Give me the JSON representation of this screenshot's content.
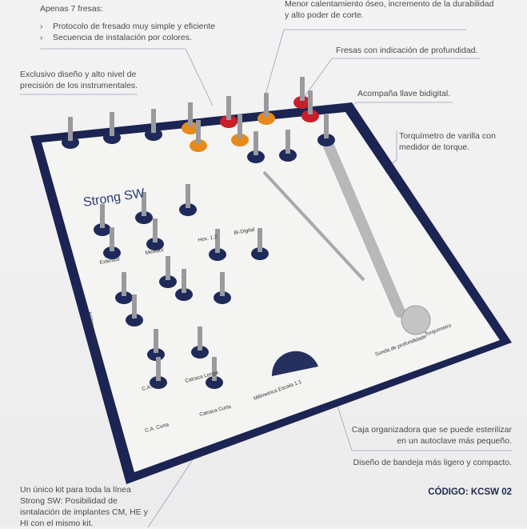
{
  "annotations": {
    "fresas_title": "Apenas 7 fresas:",
    "fresas_bullets": [
      "Protocolo de fresado muy simple y eficiente",
      "Secuencia de instalación por colores."
    ],
    "calentamiento": [
      "Menor calentamiento óseo, incremento de la durabilidad",
      "y alto poder de corte."
    ],
    "profundidad": "Fresas con indicación de profundidad.",
    "diseno": [
      "Exclusivo diseño y alto nivel de",
      "precisión de los instrumentales."
    ],
    "llave": "Acompaña llave bidigital.",
    "torquimetro": [
      "Torquímetro de varilla con",
      "medidor de torque."
    ],
    "caja": [
      "Caja organizadora que se puede esterilizar",
      "en un autoclave más pequeño."
    ],
    "bandeja": "Diseño de bandeja más ligero y compacto.",
    "kit": [
      "Un único kit para toda la línea",
      "Strong SW: Posibilidad de",
      "isntalación de implantes CM, HE y",
      "HI con el mismo kit."
    ],
    "codigo": "CÓDIGO: KCSW 02"
  },
  "tray": {
    "brand": "Strong SW",
    "model": "KCSW 02 PLUS - REV. 01",
    "labels": {
      "ca_longa": "C.A. Longa",
      "ca_curta": "C.A. Curta",
      "catraca_longa": "Catraca Longa",
      "catraca_curta": "Catraca Curta",
      "extensor": "Extensor",
      "medidor": "Medidor",
      "hex": "Hex. 1.2",
      "bidigital": "Bi-Digital",
      "sonda": "Sonda de profundidade",
      "torquimetro": "Torquímetro",
      "milimetrica": "Milimetrica Escala 1:1"
    }
  },
  "colors": {
    "navy": "#1d2a5a",
    "orange": "#e8891c",
    "red": "#c8202a",
    "tray_white": "#f4f4f2"
  }
}
